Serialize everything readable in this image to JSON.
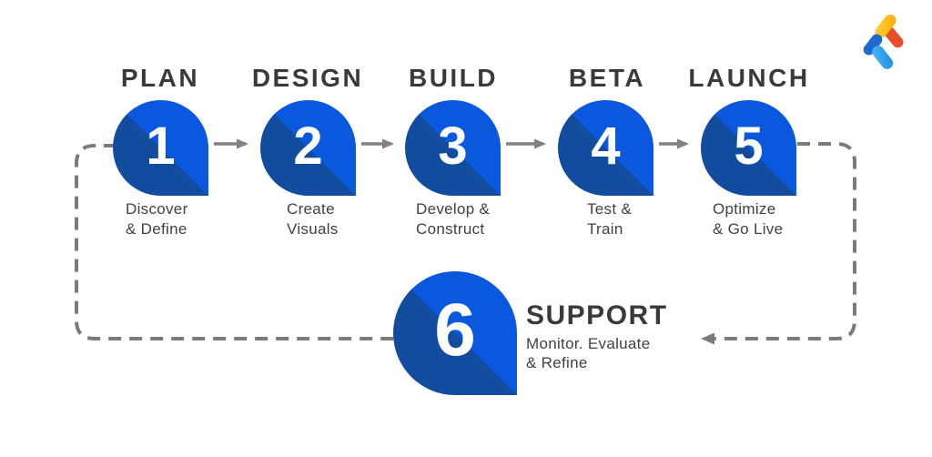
{
  "page": {
    "background": "#ffffff"
  },
  "colors": {
    "node_bright_blue": "#0a58dd",
    "node_dark_blue": "#114c9e",
    "title_gray": "#3a3a3c",
    "label_gray": "#414042",
    "arrow_gray": "#828282",
    "dash_gray": "#7b7b7b",
    "logo_yellow": "#ffc32e",
    "logo_orange": "#e84e2c",
    "logo_dark_blue": "#1a6ad0",
    "logo_light_blue": "#2ea7f2"
  },
  "steps": [
    {
      "title": "PLAN",
      "number": "1",
      "label_lines": [
        "Discover",
        "& Define"
      ]
    },
    {
      "title": "DESIGN",
      "number": "2",
      "label_lines": [
        "Create",
        "Visuals"
      ]
    },
    {
      "title": "BUILD",
      "number": "3",
      "label_lines": [
        "Develop &",
        "Construct"
      ]
    },
    {
      "title": "BETA",
      "number": "4",
      "label_lines": [
        "Test &",
        "Train"
      ]
    },
    {
      "title": "LAUNCH",
      "number": "5",
      "label_lines": [
        "Optimize",
        "& Go Live"
      ]
    }
  ],
  "support": {
    "title": "SUPPORT",
    "number": "6",
    "label_lines": [
      "Monitor. Evaluate",
      "& Refine"
    ]
  },
  "icons": {
    "logo": "s-ribbon-brand-logo",
    "flow_arrow": "right-arrow",
    "loop_arrow": "left-arrow-dashed-loop"
  }
}
